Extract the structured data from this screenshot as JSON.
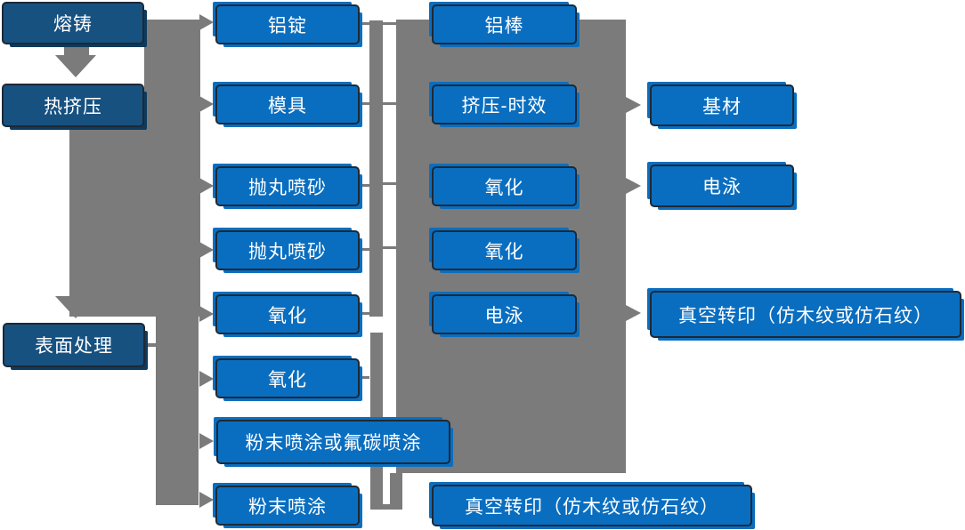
{
  "diagram_type": "process-flowchart",
  "colors": {
    "node_blue": "#0a6ec0",
    "node_dark_blue": "#175180",
    "node_border": "#1d2935",
    "connector_gray": "#7b7b7b",
    "text": "#ffffff",
    "background": "#ffffff"
  },
  "nodes": [
    {
      "id": "rongzhu",
      "label": "熔铸"
    },
    {
      "id": "rejiya",
      "label": "热挤压"
    },
    {
      "id": "biaomianchuli",
      "label": "表面处理"
    },
    {
      "id": "lvding",
      "label": "铝锭"
    },
    {
      "id": "muju",
      "label": "模具"
    },
    {
      "id": "paowan-pensha-1",
      "label": "抛丸喷砂"
    },
    {
      "id": "paowan-pensha-2",
      "label": "抛丸喷砂"
    },
    {
      "id": "yanghua-1",
      "label": "氧化"
    },
    {
      "id": "yanghua-2",
      "label": "氧化"
    },
    {
      "id": "fenmo-or-futan",
      "label": "粉末喷涂或氟碳喷涂"
    },
    {
      "id": "fenmo-pentu",
      "label": "粉末喷涂"
    },
    {
      "id": "lvbang",
      "label": "铝棒"
    },
    {
      "id": "jiya-shixiao",
      "label": "挤压-时效"
    },
    {
      "id": "yanghua-3",
      "label": "氧化"
    },
    {
      "id": "yanghua-4",
      "label": "氧化"
    },
    {
      "id": "dianyong-1",
      "label": "电泳"
    },
    {
      "id": "zhenkong-bottom",
      "label": "真空转印（仿木纹或仿石纹）"
    },
    {
      "id": "jicai",
      "label": "基材"
    },
    {
      "id": "dianyong-2",
      "label": "电泳"
    },
    {
      "id": "zhenkong-right",
      "label": "真空转印（仿木纹或仿石纹）"
    }
  ],
  "edges": [
    {
      "from": "rongzhu",
      "to": "rejiya"
    },
    {
      "from": "rejiya",
      "to": "biaomianchuli"
    },
    {
      "from": "biaomianchuli",
      "to": "trunk"
    },
    {
      "from": "trunk",
      "to": "lvding"
    },
    {
      "from": "trunk",
      "to": "muju"
    },
    {
      "from": "trunk",
      "to": "paowan-pensha-1"
    },
    {
      "from": "trunk",
      "to": "paowan-pensha-2"
    },
    {
      "from": "trunk",
      "to": "yanghua-1"
    },
    {
      "from": "trunk",
      "to": "yanghua-2"
    },
    {
      "from": "trunk",
      "to": "fenmo-or-futan"
    },
    {
      "from": "trunk",
      "to": "fenmo-pentu"
    },
    {
      "from": "lvding",
      "to": "process-panel"
    },
    {
      "from": "muju",
      "to": "process-panel"
    },
    {
      "from": "paowan-pensha-1",
      "to": "process-panel"
    },
    {
      "from": "paowan-pensha-2",
      "to": "process-panel"
    },
    {
      "from": "yanghua-1",
      "to": "process-panel"
    },
    {
      "from": "process-panel",
      "to": "jicai"
    },
    {
      "from": "process-panel",
      "to": "dianyong-2"
    },
    {
      "from": "process-panel",
      "to": "zhenkong-right"
    },
    {
      "from": "yanghua-2",
      "to": "zhenkong-bottom"
    },
    {
      "from": "fenmo-or-futan",
      "to": "zhenkong-bottom"
    },
    {
      "from": "fenmo-pentu",
      "to": "zhenkong-bottom"
    }
  ]
}
